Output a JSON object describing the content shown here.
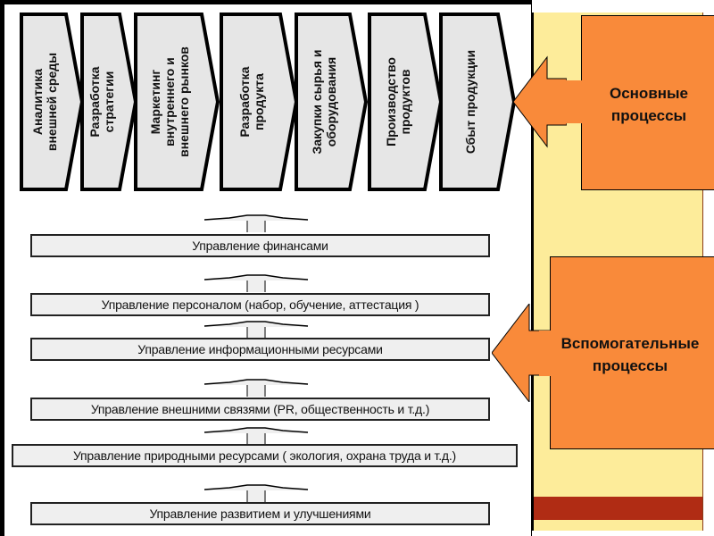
{
  "main_processes": {
    "title": "Основные процессы",
    "title_line1": "Основные",
    "title_line2": "процессы",
    "steps": [
      {
        "line1": "Аналитика",
        "line2": "внешней среды"
      },
      {
        "line1": "Разработка",
        "line2": "стратегии"
      },
      {
        "line1": "Маркетинг",
        "line2": "внутреннего и",
        "line3": "внешнего рынков"
      },
      {
        "line1": "Разработка",
        "line2": "продукта"
      },
      {
        "line1": "Закупки сырья и",
        "line2": "оборудования"
      },
      {
        "line1": "Производство",
        "line2": "продуктов"
      },
      {
        "line1": "Сбыт продукции"
      }
    ]
  },
  "support_processes": {
    "title_line1": "Вспомогательные",
    "title_line2": "процессы",
    "items": [
      "Управление финансами",
      "Управление персоналом (набор, обучение, аттестация )",
      "Управление информационными ресурсами",
      "Управление внешними связями (PR, общественность и т.д.)",
      "Управление природными ресурсами ( экология, охрана труда и т.д.)",
      "Управление развитием и улучшениями"
    ]
  },
  "colors": {
    "orange": "#f98a3a",
    "sidebar_yellow": "#fdec9a",
    "sidebar_red": "#b02c14",
    "chevron_fill": "#e6e6e6"
  }
}
